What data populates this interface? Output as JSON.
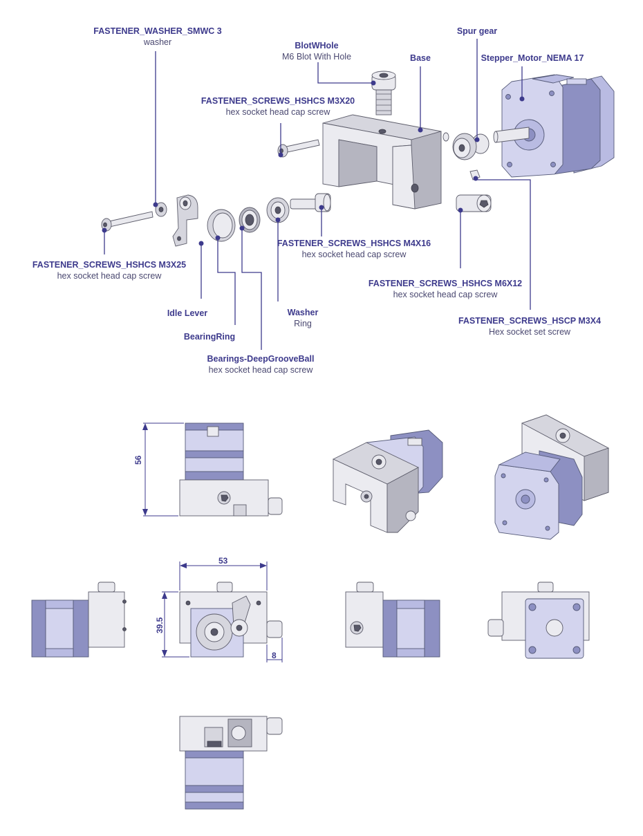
{
  "callouts": {
    "washer": {
      "title": "FASTENER_WASHER_SMWC 3",
      "subtitle": "washer"
    },
    "blot": {
      "title": "BlotWHole",
      "subtitle": "M6 Blot With Hole"
    },
    "base": {
      "title": "Base"
    },
    "spur_gear": {
      "title": "Spur gear"
    },
    "stepper_motor": {
      "title": "Stepper_Motor_NEMA 17"
    },
    "screw_m3x20": {
      "title": "FASTENER_SCREWS_HSHCS M3X20",
      "subtitle": "hex socket head cap screw"
    },
    "screw_m3x25": {
      "title": "FASTENER_SCREWS_HSHCS M3X25",
      "subtitle": "hex socket head cap screw"
    },
    "screw_m4x16": {
      "title": "FASTENER_SCREWS_HSHCS M4X16",
      "subtitle": "hex socket head cap screw"
    },
    "screw_m6x12": {
      "title": "FASTENER_SCREWS_HSHCS M6X12",
      "subtitle": "hex socket head cap screw"
    },
    "set_screw": {
      "title": "FASTENER_SCREWS_HSCP M3X4",
      "subtitle": "Hex socket set screw"
    },
    "idle_lever": {
      "title": "Idle Lever"
    },
    "washer_ring": {
      "title": "Washer",
      "subtitle": "Ring"
    },
    "bearing_ring": {
      "title": "BearingRing"
    },
    "bearings": {
      "title": "Bearings-DeepGrooveBall",
      "subtitle": "hex socket head cap screw"
    }
  },
  "dimensions": {
    "height_56": "56",
    "width_53": "53",
    "height_39_5": "39.5",
    "offset_8": "8"
  },
  "colors": {
    "accent": "#3d3a8c",
    "motor_body": "#c6c8ea",
    "aluminium": "#e2e2e8"
  }
}
